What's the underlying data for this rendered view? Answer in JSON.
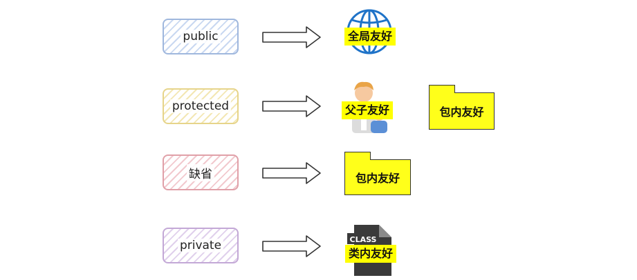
{
  "rows": [
    {
      "modifier": "public",
      "scope": "全局友好"
    },
    {
      "modifier": "protected",
      "scope": "父子友好",
      "extra_scope": "包内友好"
    },
    {
      "modifier": "缺省",
      "scope": "包内友好"
    },
    {
      "modifier": "private",
      "scope": "类内友好",
      "file_tag": "CLASS"
    }
  ],
  "colors": {
    "public": "#9fb7dd",
    "protected": "#e6d48a",
    "default": "#e0a0a8",
    "private": "#c3a8d6",
    "highlight": "#ffff00"
  }
}
